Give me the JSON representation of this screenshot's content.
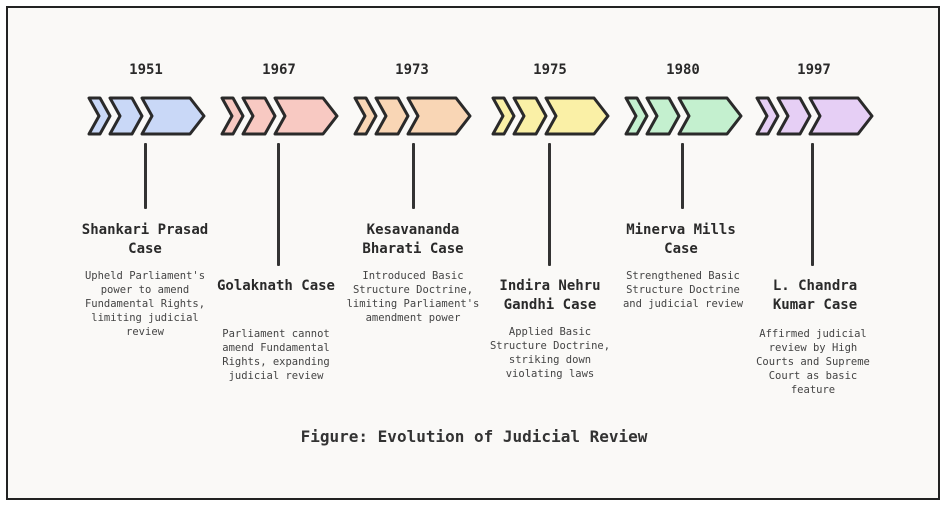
{
  "caption": "Figure: Evolution of Judicial Review",
  "milestones": [
    {
      "year": "1951",
      "title": "Shankari Prasad Case",
      "description": "Upheld Parliament's power to amend Fundamental Rights, limiting judicial review",
      "color": "#c9d8f7"
    },
    {
      "year": "1967",
      "title": "Golaknath Case",
      "description": "Parliament cannot amend Fundamental Rights, expanding judicial review",
      "color": "#f8c9c2"
    },
    {
      "year": "1973",
      "title": "Kesavananda Bharati Case",
      "description": "Introduced Basic Structure Doctrine, limiting Parliament's amendment power",
      "color": "#f9d6b5"
    },
    {
      "year": "1975",
      "title": "Indira Nehru Gandhi Case",
      "description": "Applied Basic Structure Doctrine, striking down violating laws",
      "color": "#faf0a6"
    },
    {
      "year": "1980",
      "title": "Minerva Mills Case",
      "description": "Strengthened Basic Structure Doctrine and judicial review",
      "color": "#c4f0cf"
    },
    {
      "year": "1997",
      "title": "L. Chandra Kumar Case",
      "description": "Affirmed judicial review by High Courts and Supreme Court as basic feature",
      "color": "#e6cff5"
    }
  ]
}
